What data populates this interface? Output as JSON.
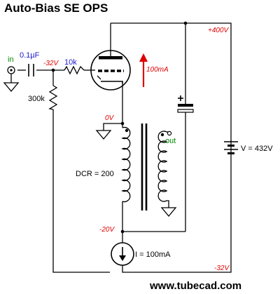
{
  "title": "Auto-Bias SE OPS",
  "labels": {
    "input": "in",
    "capacitor": "0.1µF",
    "grid_resistor": "10k",
    "grid_leak": "300k",
    "primary_dcr": "DCR = 200",
    "output": "out",
    "current_source": "I = 100mA",
    "supply": "V = 432V"
  },
  "voltages": {
    "b_plus": "+400V",
    "grid": "-32V",
    "cathode": "0V",
    "xfmr_bottom": "-20V",
    "b_minus": "-32V"
  },
  "current_annotation": "100mA",
  "website": "www.tubecad.com",
  "colors": {
    "voltage_labels": "#e00000",
    "component_values": "#1a1acc",
    "in_out_labels": "#008a00",
    "current_arrow": "#e00000"
  }
}
